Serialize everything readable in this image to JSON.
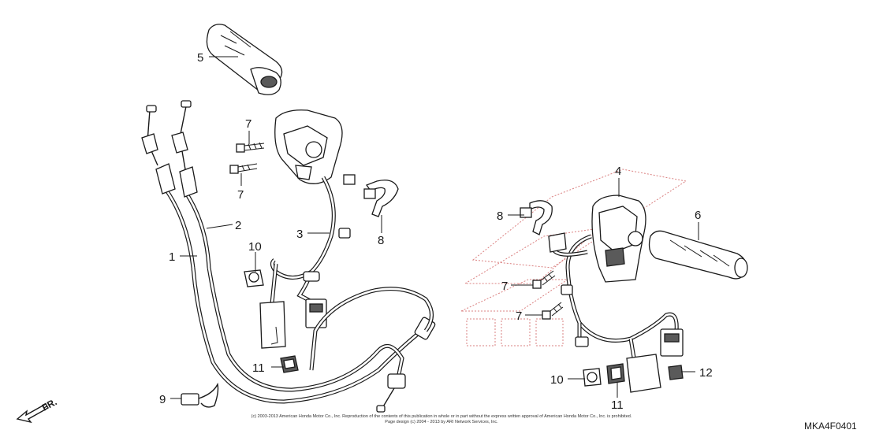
{
  "callouts": {
    "c1": "1",
    "c2": "2",
    "c3": "3",
    "c4": "4",
    "c5": "5",
    "c6": "6",
    "c7a": "7",
    "c7b": "7",
    "c7c": "7",
    "c7d": "7",
    "c8a": "8",
    "c8b": "8",
    "c9": "9",
    "c10a": "10",
    "c10b": "10",
    "c11a": "11",
    "c11b": "11",
    "c12": "12"
  },
  "direction_label": "FR.",
  "diagram_code": "MKA4F0401",
  "copyright_line1": "(c) 2003-2013 American Honda Motor Co., Inc. Reproduction of the contents of this publication in whole or in part without the express written approval of American Honda Motor Co., Inc. is prohibited.",
  "copyright_line2": "Page design (c) 2004 - 2013 by ARI Network Services, Inc.",
  "colors": {
    "ink": "#1a1a1a",
    "watermark": "#d46a6a"
  }
}
